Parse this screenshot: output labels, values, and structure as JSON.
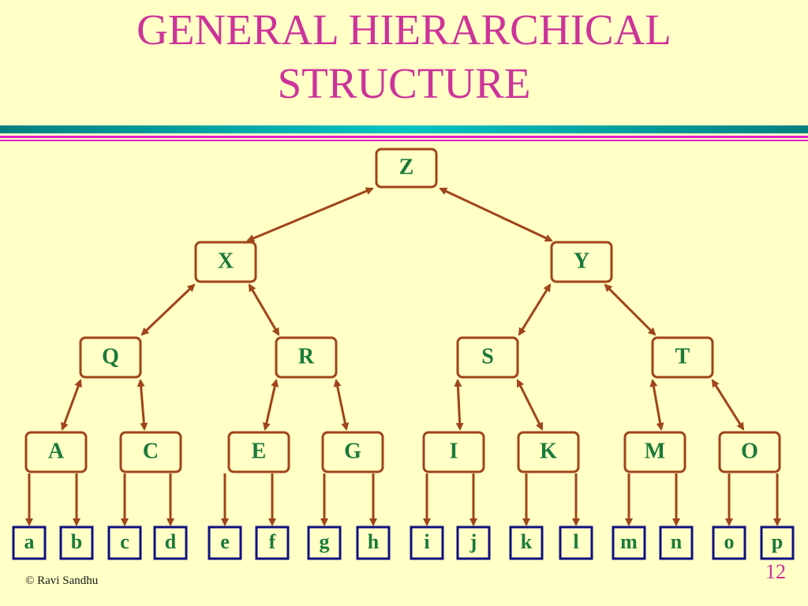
{
  "slide": {
    "title_line1": "GENERAL HIERARCHICAL",
    "title_line2": "STRUCTURE",
    "footer_credit": "© Ravi Sandhu",
    "page_number": "12"
  },
  "colors": {
    "node_border": "#a0441a",
    "node_text": "#1a7a3a",
    "leaf_border": "#101080",
    "leaf_text": "#1a7a3a",
    "arrow": "#a0441a",
    "title": "#cc3399"
  },
  "tree": {
    "root": "Z",
    "level1": [
      "X",
      "Y"
    ],
    "level2": [
      "Q",
      "R",
      "S",
      "T"
    ],
    "level3": [
      "A",
      "C",
      "E",
      "G",
      "I",
      "K",
      "M",
      "O"
    ],
    "leaves": [
      "a",
      "b",
      "c",
      "d",
      "e",
      "f",
      "g",
      "h",
      "i",
      "j",
      "k",
      "l",
      "m",
      "n",
      "o",
      "p"
    ]
  }
}
